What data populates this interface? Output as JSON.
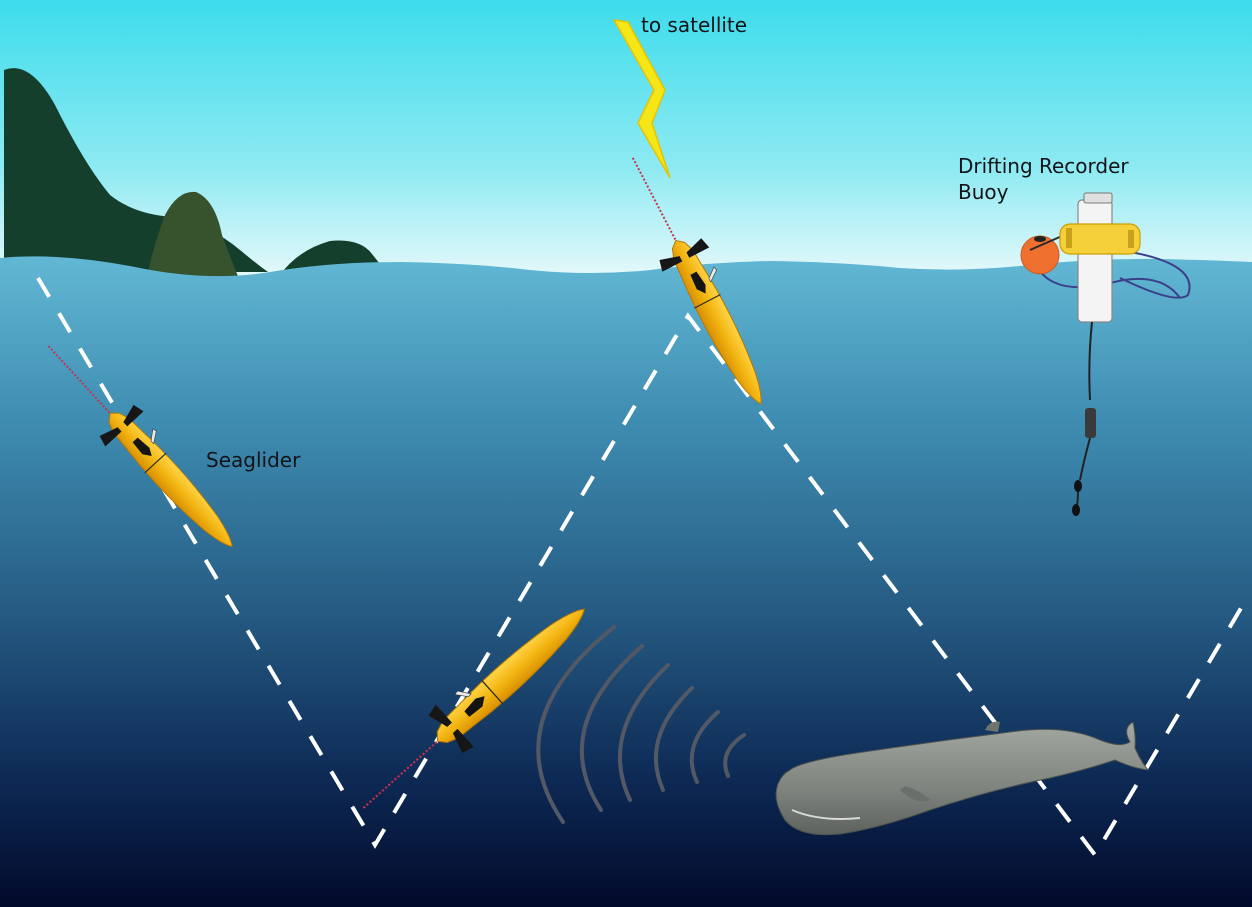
{
  "labels": {
    "satellite": "to satellite",
    "buoy_line1": "Drifting Recorder",
    "buoy_line2": "Buoy",
    "seaglider": "Seaglider"
  },
  "colors": {
    "sky_top": "#3ddcec",
    "sky_bottom": "#e4f8fb",
    "water_top": "#5db3d0",
    "water_mid": "#2f6a8e",
    "water_bottom": "#02092a",
    "glider_body": "#f2b81a",
    "lightning": "#f5e618",
    "buoy_float": "#f07030",
    "whale": "#8a8f8a",
    "land_dark": "#143f2d",
    "land_mid": "#36532e"
  },
  "icons": [
    "lightning-icon",
    "glider-icon",
    "buoy-icon",
    "whale-icon",
    "sound-wave-icon"
  ]
}
